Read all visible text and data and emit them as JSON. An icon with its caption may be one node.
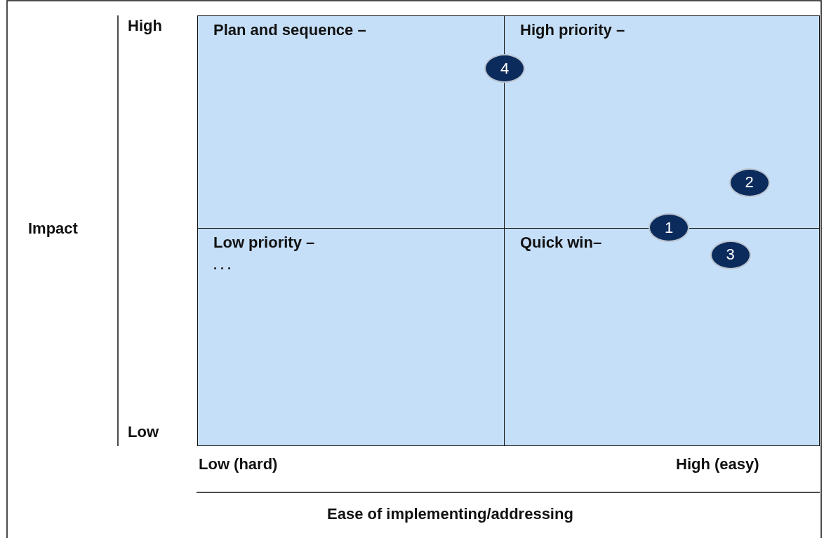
{
  "diagram": {
    "nodes": [
      {
        "text": [
          "Plan and sequence –"
        ]
      },
      {
        "text": [
          "High priority –"
        ]
      },
      {
        "text": [
          "Low priority –",
          ". . ."
        ]
      },
      {
        "text": [
          "Quick win–"
        ]
      },
      {
        "text": [
          "4"
        ]
      },
      {
        "text": [
          "2"
        ],
        "in": 1
      },
      {
        "text": [
          "1"
        ]
      },
      {
        "text": [
          "3"
        ],
        "in": 3
      }
    ],
    "labels": [
      "High",
      "Low",
      "Impact",
      "Low (hard)",
      "High (easy)",
      "Ease of implementing/addressing"
    ]
  }
}
